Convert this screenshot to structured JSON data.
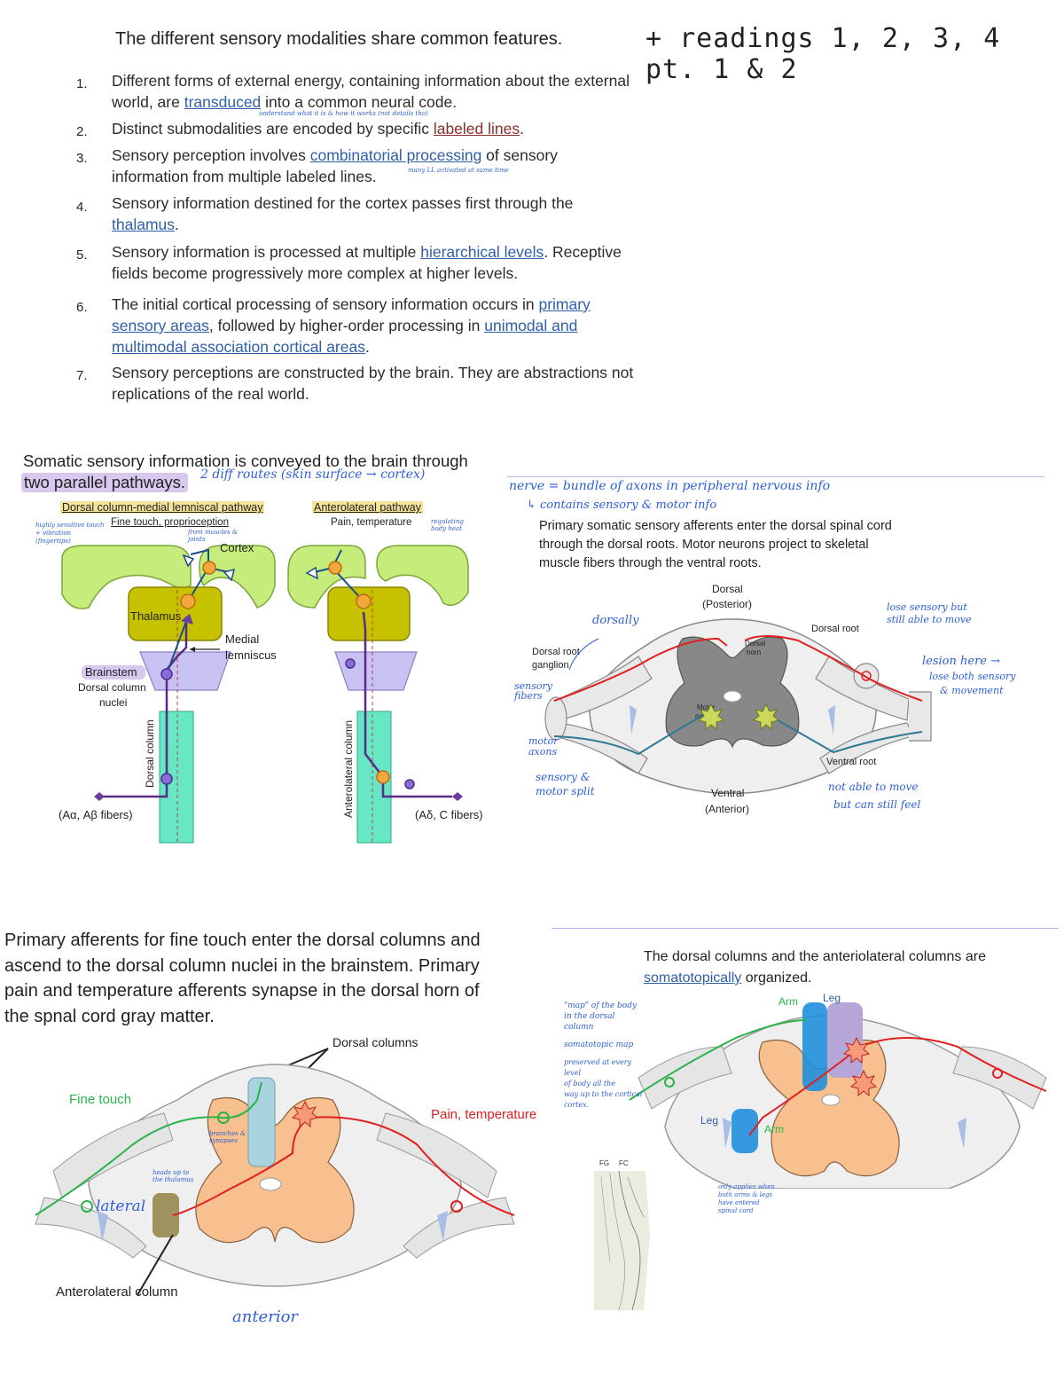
{
  "header": {
    "title": "The different sensory modalities share common features.",
    "readings_note": "+ readings 1, 2, 3, 4 pt. 1 & 2"
  },
  "principles": [
    {
      "num": "1.",
      "before": "Different forms of external energy, containing information about the external world, are ",
      "link": "transduced",
      "after": " into a common neural code.",
      "note": "understand what it is & how it works (not details tho)"
    },
    {
      "num": "2.",
      "before": "Distinct submodalities are encoded by specific ",
      "link": "labeled lines",
      "after": "."
    },
    {
      "num": "3.",
      "before": "Sensory perception involves ",
      "link": "combinatorial processing",
      "after": " of sensory information from multiple labeled lines.",
      "note": "many LL activated at same time"
    },
    {
      "num": "4.",
      "before": "Sensory information destined for the cortex passes first through the ",
      "link": "thalamus",
      "after": "."
    },
    {
      "num": "5.",
      "before": "Sensory information is processed at multiple ",
      "link": "hierarchical levels",
      "after": ". Receptive fields become progressively more complex at higher levels."
    },
    {
      "num": "6.",
      "before": "The initial cortical processing of sensory information  occurs in ",
      "link": "primary sensory areas",
      "middle": ", followed by higher-order processing in ",
      "link2": "unimodal and multimodal association cortical areas",
      "after": "."
    },
    {
      "num": "7.",
      "before": "Sensory perceptions are constructed by the brain. They are abstractions not replications of the real world.",
      "link": "",
      "after": ""
    }
  ],
  "pathways": {
    "heading_line1": "Somatic sensory information is conveyed to the brain through",
    "heading_line2": "two parallel pathways.",
    "heading_note": "2 diff routes (skin surface → cortex)",
    "dcml_label": "Dorsal column-medial lemniscal pathway",
    "dcml_sub": "Fine touch, proprioception",
    "dcml_note_left": "highly sensitive touch + vibration (fingertips)",
    "dcml_note_right": "from muscles & joints",
    "al_label": "Anterolateral pathway",
    "al_sub": "Pain, temperature",
    "al_note": "regulating body heat",
    "cortex": "Cortex",
    "thalamus": "Thalamus",
    "medial_lemniscus_1": "Medial",
    "medial_lemniscus_2": "lemniscus",
    "brainstem": "Brainstem",
    "dcn_1": "Dorsal column",
    "dcn_2": "nuclei",
    "dorsal_column": "Dorsal column",
    "anterolateral_column": "Anterolateral column",
    "fibers_left": "(Aα, Aβ fibers)",
    "fibers_right": "(Aδ, C fibers)"
  },
  "roots": {
    "nerve_note_1": "nerve = bundle of axons in peripheral nervous info",
    "nerve_note_2": "↳ contains sensory & motor info",
    "caption_1": "Primary somatic sensory afferents enter the dorsal spinal cord",
    "caption_2": "through the dorsal roots. Motor neurons project to skeletal",
    "caption_3": "muscle fibers through the ventral roots.",
    "dorsal_1": "Dorsal",
    "dorsal_2": "(Posterior)",
    "dorsal_root": "Dorsal root",
    "drg_1": "Dorsal root",
    "drg_2": "ganglion",
    "dorsal_horn_1": "Dorsal",
    "dorsal_horn_2": "horn",
    "motor_1": "Motor",
    "motor_2": "neuron",
    "ventral_root": "Ventral root",
    "ventral_1": "Ventral",
    "ventral_2": "(Anterior)",
    "note_dorsally": "dorsally",
    "note_sensory": "sensory fibers",
    "note_motor": "motor axons",
    "note_split": "sensory & motor split",
    "note_lose_1": "lose sensory but",
    "note_lose_2": "still able to move",
    "note_lesion_1": "lesion here →",
    "note_lesion_2": "lose both sensory",
    "note_lesion_3": "& movement",
    "note_notable_1": "not able to move",
    "note_notable_2": "but can still feel"
  },
  "afferents": {
    "caption_1": "Primary afferents for fine touch enter the dorsal columns and",
    "caption_2": "ascend to the dorsal column nuclei in the brainstem. Primary",
    "caption_3": "pain and temperature afferents synapse in the dorsal horn of",
    "caption_4": "the spnal cord gray matter.",
    "dorsal_columns": "Dorsal columns",
    "fine_touch": "Fine touch",
    "pain_temp": "Pain, temperature",
    "anterolateral_column": "Anterolateral column",
    "note_lateral": "lateral",
    "note_anterior": "anterior",
    "note_branches": "branches & synapses",
    "note_heads": "heads up to the thalamus"
  },
  "somatotopy": {
    "caption_1": "The dorsal columns and the anteriolateral columns are",
    "caption_link": "somatotopically",
    "caption_end": " organized.",
    "arm_top": "Arm",
    "leg_top": "Leg",
    "leg_side": "Leg",
    "arm_side": "Arm",
    "fg": "FG",
    "fc": "FC",
    "note_map_1": "\"map\" of the body",
    "note_map_2": "in the dorsal column",
    "note_map_3": "somatotopic map",
    "note_map_4": "preserved at every level",
    "note_map_5": "of body all the",
    "note_map_6": "way up to the cortical",
    "note_map_7": "cortex.",
    "note_applies": "only applies when both arms & legs have entered spinal cord"
  }
}
